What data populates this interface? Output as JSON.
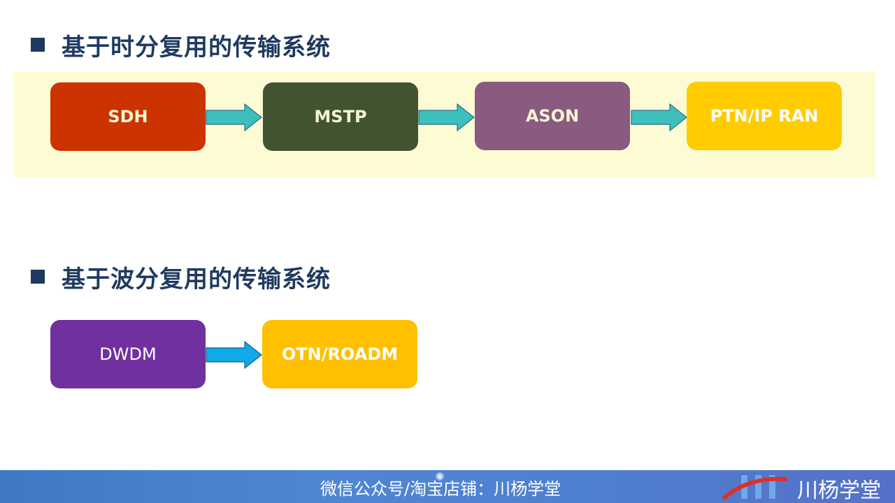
{
  "section1": {
    "title": "基于时分复用的传输系统",
    "nodes": [
      {
        "label": "SDH",
        "bg": "#cc3300",
        "color": "#f4f4d2"
      },
      {
        "label": "MSTP",
        "bg": "#415331",
        "color": "#f4f4d2"
      },
      {
        "label": "ASON",
        "bg": "#8b5a80",
        "color": "#f4f4d2"
      },
      {
        "label": "PTN/IP RAN",
        "bg": "#ffcc00",
        "color": "#ffffff"
      }
    ],
    "arrow_color": "#3dbfbe",
    "band_color": "#fdfbd3"
  },
  "section2": {
    "title": "基于波分复用的传输系统",
    "nodes": [
      {
        "label": "DWDM",
        "bg": "#7030a0",
        "color": "#ffffff"
      },
      {
        "label": "OTN/ROADM",
        "bg": "#ffc000",
        "color": "#ffffff"
      }
    ],
    "arrow_color": "#11a9e8"
  },
  "footer": {
    "text": "微信公众号/淘宝店铺：川杨学堂",
    "brand": "川杨学堂"
  },
  "colors": {
    "heading": "#1f3a5f",
    "footer_bg": "#4f86d2"
  }
}
